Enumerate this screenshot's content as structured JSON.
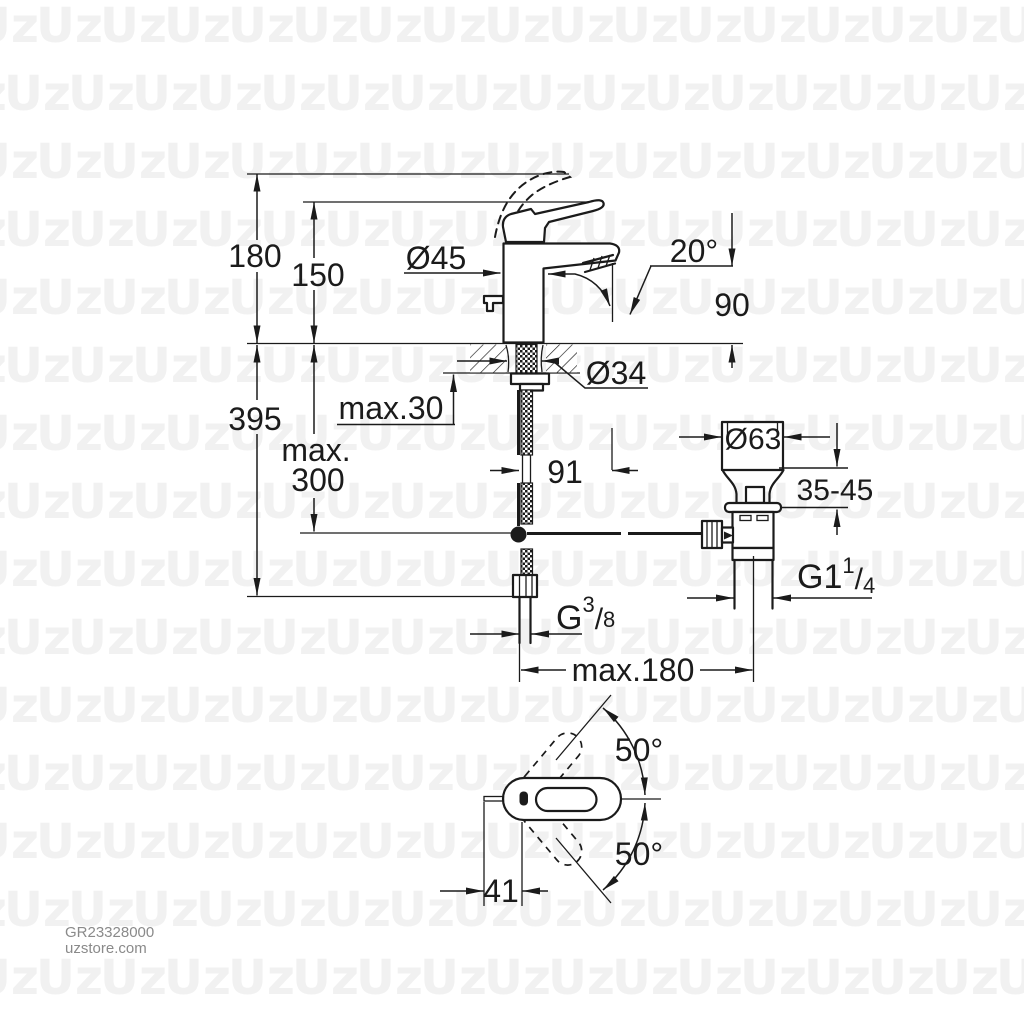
{
  "watermark": {
    "tile": "Uz"
  },
  "footer": {
    "sku": "GR23328000",
    "site": "uzstore.com"
  },
  "colors": {
    "line": "#1b1b1b",
    "watermark": "#f1f1f1",
    "credit": "#8a8a8a"
  },
  "dimensions": {
    "height_to_top": "180",
    "height_to_lever": "150",
    "height_total": "395",
    "hose_max_line1": "max.",
    "hose_max_line2": "300",
    "deck_thickness": "max.30",
    "body_diameter": "Ø45",
    "spray_angle": "20°",
    "spout_height": "90",
    "hole_diameter": "Ø34",
    "spout_projection": "91",
    "waste_diameter": "Ø63",
    "waste_range": "35-45",
    "drain_thread": {
      "base": "G1",
      "sup": "1",
      "slash": "/",
      "sub": "4"
    },
    "supply_thread": {
      "base": "G",
      "sup": "3",
      "slash": "/",
      "sub": "8"
    },
    "center_to_drain": "max.180",
    "handle_offset": "41",
    "swivel_upper": "50°",
    "swivel_lower": "50°"
  }
}
